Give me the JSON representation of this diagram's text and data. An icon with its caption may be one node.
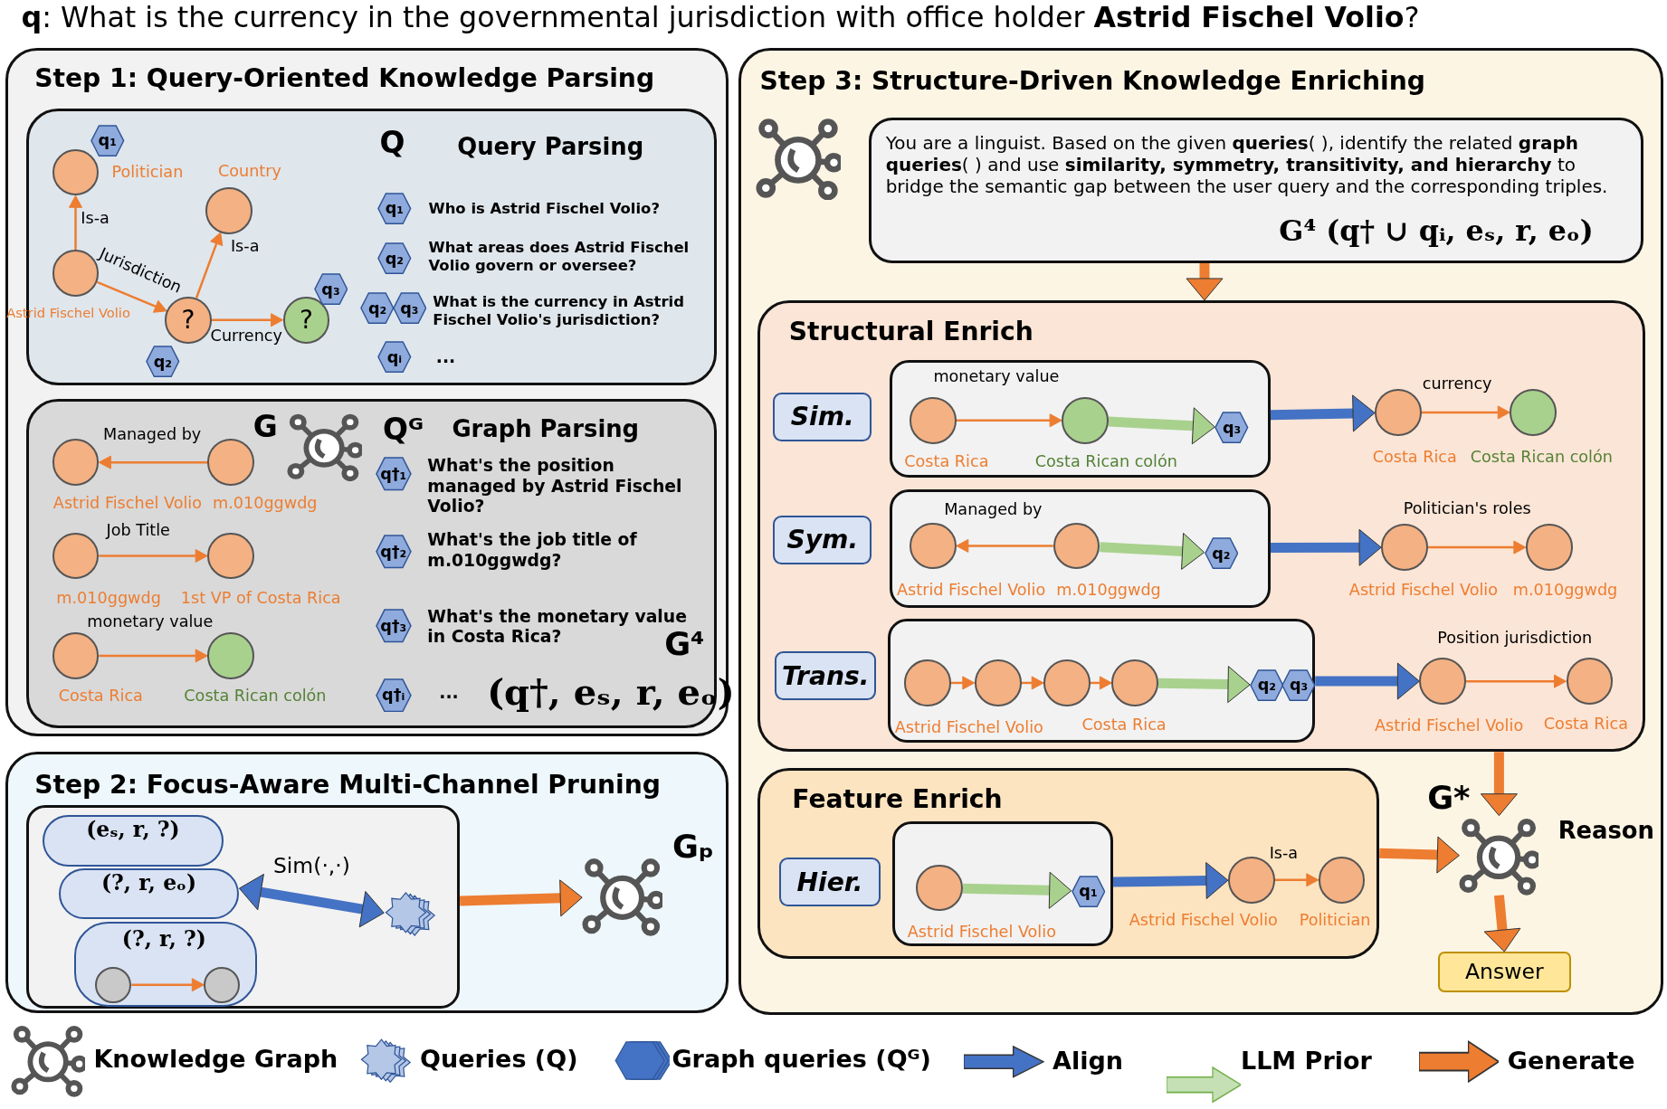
{
  "diagram": {
    "title": "**q**: What is the currency in the governmental jurisdiction with office holder **Astrid Fischel Volio**?",
    "nodes": [
      {
        "text": [
          "Step 1: Query-Oriented Knowledge Parsing"
        ]
      },
      {
        "text": [
          "Q",
          "Query Parsing"
        ],
        "in": 0
      },
      {
        "text": [],
        "shape": "circle",
        "beside": [
          "Politician"
        ],
        "in": 1
      },
      {
        "text": [],
        "shape": "circle",
        "beside": [
          "Astrid Fischel Volio"
        ],
        "in": 1
      },
      {
        "text": [],
        "shape": "circle",
        "beside": [
          "Country"
        ],
        "in": 1
      },
      {
        "text": [
          "?"
        ],
        "in": 1
      },
      {
        "text": [
          "?"
        ],
        "in": 1
      },
      {
        "text": [
          "q₁"
        ],
        "in": 1
      },
      {
        "text": [
          "q₂"
        ],
        "in": 1
      },
      {
        "text": [
          "q₃"
        ],
        "in": 1
      },
      {
        "text": [
          "q₁"
        ],
        "beside": [
          "Who is Astrid Fischel Volio?"
        ],
        "in": 1
      },
      {
        "text": [
          "q₂"
        ],
        "beside": [
          "What areas does Astrid Fischel Volio govern or oversee?"
        ],
        "in": 1
      },
      {
        "text": [
          "q₂"
        ],
        "in": 1
      },
      {
        "text": [
          "q₃"
        ],
        "beside": [
          "What is the currency in Astrid Fischel Volio's jurisdiction?"
        ],
        "in": 1
      },
      {
        "text": [
          "qᵢ"
        ],
        "beside": [
          "..."
        ],
        "in": 1
      },
      {
        "text": [
          "Qᴳ",
          "Graph Parsing"
        ],
        "in": 0
      },
      {
        "text": [],
        "shape": "network",
        "beside": [
          "G"
        ],
        "in": 15
      },
      {
        "text": [],
        "shape": "circle",
        "beside": [
          "Astrid Fischel Volio"
        ],
        "in": 15
      },
      {
        "text": [],
        "shape": "circle",
        "beside": [
          "m.010ggwdg"
        ],
        "in": 15
      },
      {
        "text": [],
        "shape": "circle",
        "beside": [
          "m.010ggwdg"
        ],
        "in": 15
      },
      {
        "text": [],
        "shape": "circle",
        "beside": [
          "1st VP of Costa Rica"
        ],
        "in": 15
      },
      {
        "text": [],
        "shape": "circle",
        "beside": [
          "Costa Rica"
        ],
        "in": 15
      },
      {
        "text": [],
        "shape": "circle",
        "beside": [
          "Costa Rican colón"
        ],
        "in": 15
      },
      {
        "text": [
          "q†₁"
        ],
        "beside": [
          "What's the position managed by Astrid Fischel Volio?"
        ],
        "in": 15
      },
      {
        "text": [
          "q†₂"
        ],
        "beside": [
          "What's the job title of m.010ggwdg?"
        ],
        "in": 15
      },
      {
        "text": [
          "q†₃"
        ],
        "beside": [
          "What's the monetary value in Costa Rica?"
        ],
        "in": 15
      },
      {
        "text": [
          "q†ᵢ"
        ],
        "beside": [
          "...",
          "(q†, eₛ, r, eₒ)"
        ],
        "in": 15
      },
      {
        "text": [
          "Step 2: Focus-Aware Multi-Channel Pruning"
        ]
      },
      {
        "text": [],
        "shape": "box",
        "in": 27
      },
      {
        "text": [
          "(eₛ, r, ?)"
        ],
        "in": 28
      },
      {
        "text": [
          "(?, r, eₒ)"
        ],
        "in": 28
      },
      {
        "text": [
          "(?, r, ?)"
        ],
        "in": 28
      },
      {
        "text": [],
        "shape": "circle",
        "in": 31
      },
      {
        "text": [],
        "shape": "circle",
        "in": 31
      },
      {
        "text": [],
        "shape": "star",
        "in": 28
      },
      {
        "text": [],
        "shape": "network",
        "beside": [
          "Gₚ"
        ],
        "in": 27
      },
      {
        "text": [
          "Step 3: Structure-Driven Knowledge Enriching"
        ]
      },
      {
        "text": [],
        "shape": "network",
        "in": 36
      },
      {
        "text": [
          "You are a linguist. Based on the given **queries**( ), identify the related **graph queries**( ) and use **similarity, symmetry, transitivity, and hierarchy** to bridge the semantic gap between the user query and the corresponding triples.",
          "G⁴ (q† ∪ qᵢ, eₛ, r, eₒ)"
        ],
        "in": 36
      },
      {
        "text": [
          "Structural Enrich"
        ],
        "in": 36
      },
      {
        "text": [
          "Sim."
        ],
        "in": 39
      },
      {
        "text": [],
        "shape": "box",
        "in": 39
      },
      {
        "text": [],
        "shape": "circle",
        "beside": [
          "Costa Rica"
        ],
        "in": 41
      },
      {
        "text": [],
        "shape": "circle",
        "beside": [
          "Costa Rican colón"
        ],
        "in": 41
      },
      {
        "text": [
          "q₃"
        ],
        "in": 41
      },
      {
        "text": [],
        "shape": "circle",
        "beside": [
          "Costa Rica"
        ],
        "in": 39
      },
      {
        "text": [],
        "shape": "circle",
        "beside": [
          "Costa Rican colón"
        ],
        "in": 39
      },
      {
        "text": [
          "Sym."
        ],
        "in": 39
      },
      {
        "text": [],
        "shape": "box",
        "in": 39
      },
      {
        "text": [],
        "shape": "circle",
        "beside": [
          "Astrid Fischel Volio"
        ],
        "in": 48
      },
      {
        "text": [],
        "shape": "circle",
        "beside": [
          "m.010ggwdg"
        ],
        "in": 48
      },
      {
        "text": [
          "q₂"
        ],
        "in": 48
      },
      {
        "text": [],
        "shape": "circle",
        "beside": [
          "Astrid Fischel Volio"
        ],
        "in": 39
      },
      {
        "text": [],
        "shape": "circle",
        "beside": [
          "m.010ggwdg"
        ],
        "in": 39
      },
      {
        "text": [
          "Trans."
        ],
        "in": 39
      },
      {
        "text": [],
        "shape": "box",
        "in": 39
      },
      {
        "text": [],
        "shape": "circle",
        "beside": [
          "Astrid Fischel Volio"
        ],
        "in": 55
      },
      {
        "text": [],
        "shape": "circle",
        "in": 55
      },
      {
        "text": [],
        "shape": "circle",
        "in": 55
      },
      {
        "text": [],
        "shape": "circle",
        "beside": [
          "Costa Rica"
        ],
        "in": 55
      },
      {
        "text": [
          "q₂"
        ],
        "in": 55
      },
      {
        "text": [
          "q₃"
        ],
        "in": 55
      },
      {
        "text": [],
        "shape": "circle",
        "beside": [
          "Astrid Fischel Volio"
        ],
        "in": 39
      },
      {
        "text": [],
        "shape": "circle",
        "beside": [
          "Costa Rica"
        ],
        "in": 39
      },
      {
        "text": [
          "Feature Enrich"
        ],
        "in": 36
      },
      {
        "text": [
          "Hier."
        ],
        "in": 64
      },
      {
        "text": [],
        "shape": "box",
        "in": 64
      },
      {
        "text": [],
        "shape": "circle",
        "beside": [
          "Astrid Fischel Volio"
        ],
        "in": 66
      },
      {
        "text": [
          "q₁"
        ],
        "in": 66
      },
      {
        "text": [],
        "shape": "circle",
        "beside": [
          "Astrid Fischel Volio"
        ],
        "in": 64
      },
      {
        "text": [],
        "shape": "circle",
        "beside": [
          "Politician"
        ],
        "in": 64
      },
      {
        "text": [],
        "shape": "network",
        "beside": [
          "G*",
          "Reason"
        ],
        "in": 36
      },
      {
        "text": [
          "Answer"
        ],
        "in": 36
      }
    ],
    "edges": [
      {
        "from": 3,
        "to": 2,
        "arrow": "to",
        "label": "Is-a"
      },
      {
        "from": 3,
        "to": 5,
        "arrow": "to",
        "label": "Jurisdiction"
      },
      {
        "from": 5,
        "to": 4,
        "arrow": "to",
        "label": "Is-a"
      },
      {
        "from": 5,
        "to": 6,
        "arrow": "to",
        "label": "Currency"
      },
      {
        "from": 18,
        "to": 17,
        "arrow": "to",
        "label": "Managed by"
      },
      {
        "from": 19,
        "to": 20,
        "arrow": "to",
        "label": "Job Title"
      },
      {
        "from": 21,
        "to": 22,
        "arrow": "to",
        "label": "monetary value"
      },
      {
        "from": 32,
        "to": 33,
        "arrow": "to"
      },
      {
        "from": 30,
        "to": 34,
        "arrow": "both",
        "label": "Sim(·,·)",
        "style": "thick",
        "color": "#4472c4"
      },
      {
        "from": 28,
        "to": 35,
        "arrow": "to",
        "style": "thick"
      },
      {
        "from": 38,
        "to": 39,
        "arrow": "to",
        "style": "thick"
      },
      {
        "from": 42,
        "to": 43,
        "arrow": "to",
        "label": "monetary value"
      },
      {
        "from": 43,
        "to": 44,
        "arrow": "to",
        "style": "thick",
        "color": "#a9d18e"
      },
      {
        "from": 41,
        "to": 45,
        "arrow": "to",
        "style": "thick",
        "color": "#4472c4"
      },
      {
        "from": 45,
        "to": 46,
        "arrow": "to",
        "label": "currency"
      },
      {
        "from": 50,
        "to": 49,
        "arrow": "to",
        "label": "Managed by"
      },
      {
        "from": 50,
        "to": 51,
        "arrow": "to",
        "style": "thick",
        "color": "#a9d18e"
      },
      {
        "from": 48,
        "to": 52,
        "arrow": "to",
        "style": "thick",
        "color": "#4472c4"
      },
      {
        "from": 52,
        "to": 53,
        "arrow": "to",
        "label": "Politician's roles"
      },
      {
        "from": 56,
        "to": 57,
        "arrow": "to"
      },
      {
        "from": 57,
        "to": 58,
        "arrow": "to"
      },
      {
        "from": 58,
        "to": 59,
        "arrow": "to"
      },
      {
        "from": 59,
        "to": 60,
        "arrow": "to",
        "style": "thick",
        "color": "#a9d18e"
      },
      {
        "from": 55,
        "to": 62,
        "arrow": "to",
        "style": "thick",
        "color": "#4472c4"
      },
      {
        "from": 62,
        "to": 63,
        "arrow": "to",
        "label": "Position jurisdiction"
      },
      {
        "from": 67,
        "to": 68,
        "arrow": "to",
        "style": "thick",
        "color": "#a9d18e"
      },
      {
        "from": 66,
        "to": 69,
        "arrow": "to",
        "style": "thick",
        "color": "#4472c4"
      },
      {
        "from": 69,
        "to": 70,
        "arrow": "to",
        "label": "Is-a"
      },
      {
        "from": 39,
        "to": 71,
        "arrow": "to",
        "style": "thick"
      },
      {
        "from": 64,
        "to": 71,
        "arrow": "to",
        "style": "thick"
      },
      {
        "from": 71,
        "to": 72,
        "arrow": "to",
        "style": "thick"
      }
    ],
    "labels": [
      "G⁴"
    ],
    "legend": [
      {
        "text": "Knowledge Graph"
      },
      {
        "text": "Queries (Q)"
      },
      {
        "text": "Graph queries (Qᴳ)"
      },
      {
        "text": "Align"
      },
      {
        "text": "LLM Prior"
      },
      {
        "text": "Generate"
      }
    ]
  }
}
